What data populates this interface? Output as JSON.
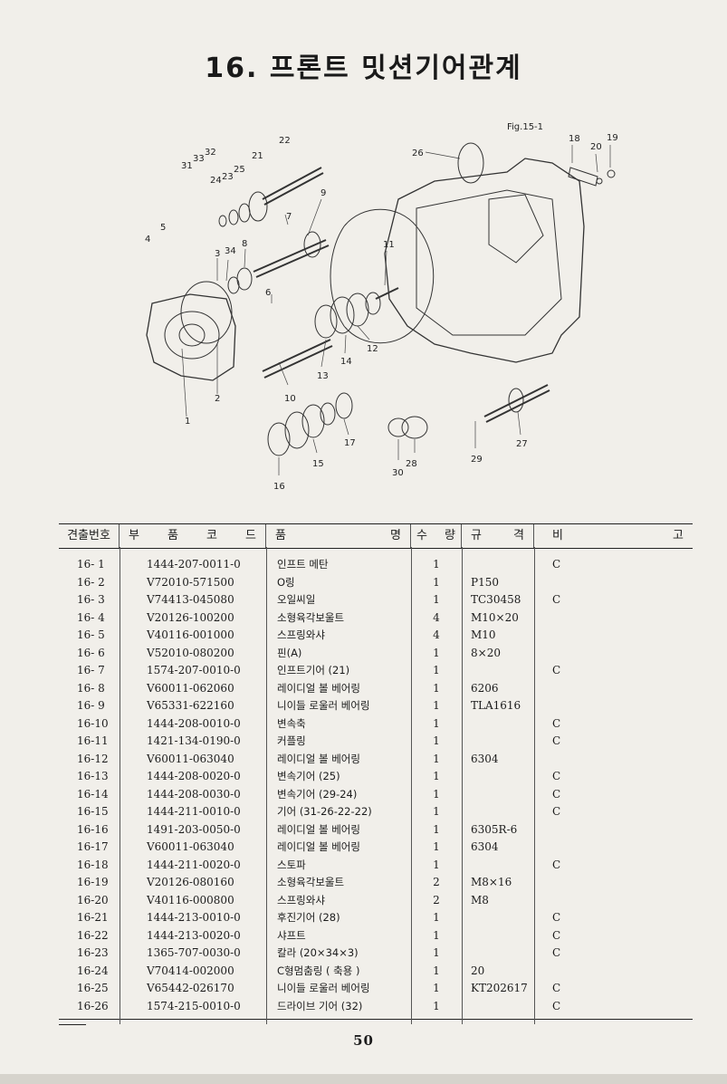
{
  "title": "16. 프론트 밋션기어관계",
  "figure_label": "Fig.15-1",
  "callouts": [
    "1",
    "2",
    "3",
    "4",
    "5",
    "6",
    "7",
    "8",
    "9",
    "10",
    "11",
    "12",
    "13",
    "14",
    "15",
    "16",
    "17",
    "18",
    "19",
    "20",
    "21",
    "22",
    "23",
    "24",
    "25",
    "26",
    "27",
    "28",
    "29",
    "30",
    "31",
    "32",
    "33",
    "34"
  ],
  "table": {
    "headers": {
      "no": "견출번호",
      "code": [
        "부",
        "품",
        "코",
        "드"
      ],
      "name": [
        "품",
        "명"
      ],
      "qty": [
        "수",
        "량"
      ],
      "spec": [
        "규",
        "격"
      ],
      "remark": [
        "비",
        "고"
      ]
    },
    "rows": [
      {
        "no": "16- 1",
        "code": "1444-207-0011-0",
        "name": "인프트 메탄",
        "qty": "1",
        "spec": "",
        "remark": "C"
      },
      {
        "no": "16- 2",
        "code": "V72010-571500",
        "name": "O링",
        "qty": "1",
        "spec": "P150",
        "remark": ""
      },
      {
        "no": "16- 3",
        "code": "V74413-045080",
        "name": "오일씨일",
        "qty": "1",
        "spec": "TC30458",
        "remark": "C"
      },
      {
        "no": "16- 4",
        "code": "V20126-100200",
        "name": "소형육각보울트",
        "qty": "4",
        "spec": "M10×20",
        "remark": ""
      },
      {
        "no": "16- 5",
        "code": "V40116-001000",
        "name": "스프링와샤",
        "qty": "4",
        "spec": "M10",
        "remark": ""
      },
      {
        "no": "16- 6",
        "code": "V52010-080200",
        "name": "핀(A)",
        "qty": "1",
        "spec": "8×20",
        "remark": ""
      },
      {
        "no": "16- 7",
        "code": "1574-207-0010-0",
        "name": "인프트기어 (21)",
        "qty": "1",
        "spec": "",
        "remark": "C"
      },
      {
        "no": "16- 8",
        "code": "V60011-062060",
        "name": "레이디얼 볼 베어링",
        "qty": "1",
        "spec": "6206",
        "remark": ""
      },
      {
        "no": "16- 9",
        "code": "V65331-622160",
        "name": "니이들 로울러 베어링",
        "qty": "1",
        "spec": "TLA1616",
        "remark": ""
      },
      {
        "no": "16-10",
        "code": "1444-208-0010-0",
        "name": "변속축",
        "qty": "1",
        "spec": "",
        "remark": "C"
      },
      {
        "no": "16-11",
        "code": "1421-134-0190-0",
        "name": "커플링",
        "qty": "1",
        "spec": "",
        "remark": "C"
      },
      {
        "no": "16-12",
        "code": "V60011-063040",
        "name": "레이디얼 볼 베어링",
        "qty": "1",
        "spec": "6304",
        "remark": ""
      },
      {
        "no": "16-13",
        "code": "1444-208-0020-0",
        "name": "변속기어 (25)",
        "qty": "1",
        "spec": "",
        "remark": "C"
      },
      {
        "no": "16-14",
        "code": "1444-208-0030-0",
        "name": "변속기어 (29-24)",
        "qty": "1",
        "spec": "",
        "remark": "C"
      },
      {
        "no": "16-15",
        "code": "1444-211-0010-0",
        "name": "기어 (31-26-22-22)",
        "qty": "1",
        "spec": "",
        "remark": "C"
      },
      {
        "no": "16-16",
        "code": "1491-203-0050-0",
        "name": "레이디얼 볼 베어링",
        "qty": "1",
        "spec": "6305R-6",
        "remark": ""
      },
      {
        "no": "16-17",
        "code": "V60011-063040",
        "name": "레이디얼 볼 베어링",
        "qty": "1",
        "spec": "6304",
        "remark": ""
      },
      {
        "no": "16-18",
        "code": "1444-211-0020-0",
        "name": "스토파",
        "qty": "1",
        "spec": "",
        "remark": "C"
      },
      {
        "no": "16-19",
        "code": "V20126-080160",
        "name": "소형육각보울트",
        "qty": "2",
        "spec": "M8×16",
        "remark": ""
      },
      {
        "no": "16-20",
        "code": "V40116-000800",
        "name": "스프링와샤",
        "qty": "2",
        "spec": "M8",
        "remark": ""
      },
      {
        "no": "16-21",
        "code": "1444-213-0010-0",
        "name": "후진기어 (28)",
        "qty": "1",
        "spec": "",
        "remark": "C"
      },
      {
        "no": "16-22",
        "code": "1444-213-0020-0",
        "name": "샤프트",
        "qty": "1",
        "spec": "",
        "remark": "C"
      },
      {
        "no": "16-23",
        "code": "1365-707-0030-0",
        "name": "칼라 (20×34×3)",
        "qty": "1",
        "spec": "",
        "remark": "C"
      },
      {
        "no": "16-24",
        "code": "V70414-002000",
        "name": "C형멈춤링 ( 축용 )",
        "qty": "1",
        "spec": "20",
        "remark": ""
      },
      {
        "no": "16-25",
        "code": "V65442-026170",
        "name": "니이들 로울러 베어링",
        "qty": "1",
        "spec": "KT202617",
        "remark": "C"
      },
      {
        "no": "16-26",
        "code": "1574-215-0010-0",
        "name": "드라이브 기어 (32)",
        "qty": "1",
        "spec": "",
        "remark": "C"
      }
    ]
  },
  "page_number": "50"
}
